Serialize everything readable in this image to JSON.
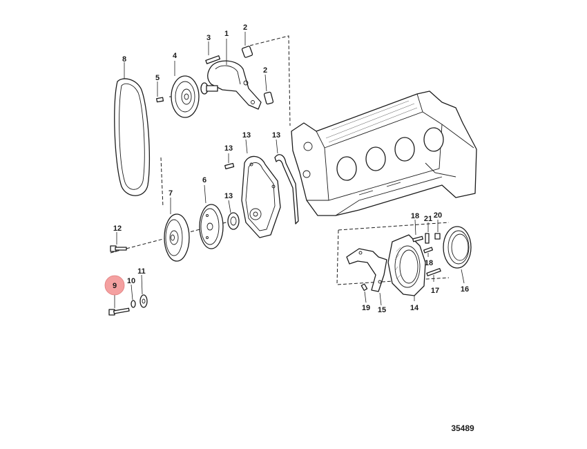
{
  "diagram": {
    "highlight_color": "#f4a0a0",
    "line_color": "#1a1a1a",
    "figure_number": "35489",
    "callouts": {
      "c1": "1",
      "c2a": "2",
      "c2b": "2",
      "c3": "3",
      "c4": "4",
      "c5": "5",
      "c6": "6",
      "c7": "7",
      "c8": "8",
      "c9": "9",
      "c10": "10",
      "c11": "11",
      "c12": "12",
      "c13a": "13",
      "c13b": "13",
      "c13c": "13",
      "c13d": "13",
      "c14": "14",
      "c15": "15",
      "c16": "16",
      "c17": "17",
      "c18a": "18",
      "c18b": "18",
      "c19": "19",
      "c20": "20",
      "c21": "21"
    }
  }
}
